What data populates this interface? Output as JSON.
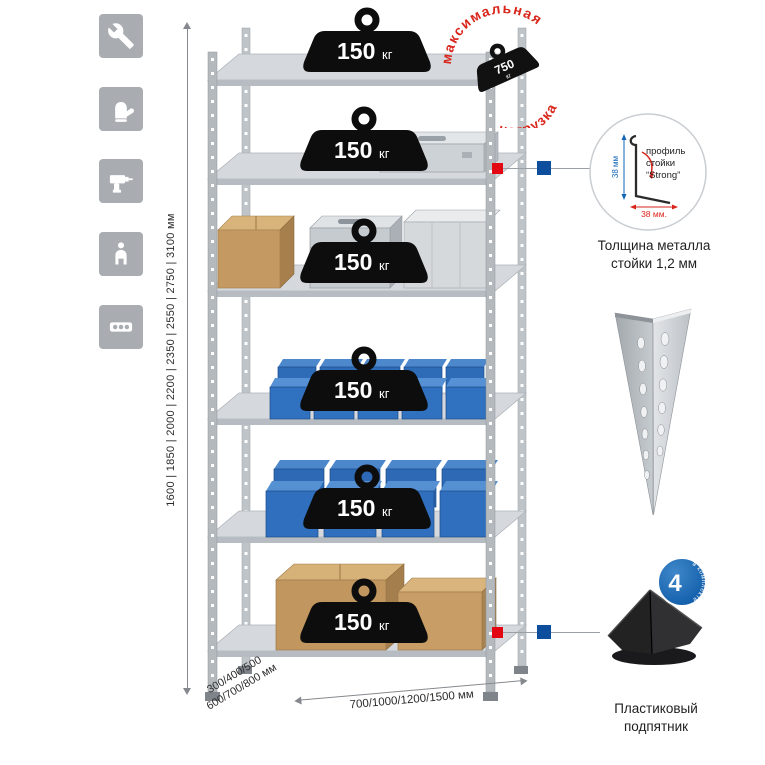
{
  "colors": {
    "red": "#e30613",
    "blue": "#0d4f9e",
    "badge_blue": "#1266b5",
    "steel": "#c9ced3"
  },
  "left_icons": [
    {
      "name": "wrench-icon"
    },
    {
      "name": "gloves-icon"
    },
    {
      "name": "drill-icon"
    },
    {
      "name": "person-icon"
    },
    {
      "name": "power-strip-icon"
    }
  ],
  "dims": {
    "height": "1600 | 1850 | 2000 | 2200 | 2350 | 2550 | 2750 | 3100 мм",
    "depth1": "300/400/500",
    "depth2": "600/700/800 мм",
    "width": "700/1000/1200/1500 мм"
  },
  "weight": {
    "value": "150",
    "unit": "кг"
  },
  "stamp": {
    "arc_top": "максимальная",
    "arc_bottom": "нагрузка",
    "value": "750",
    "unit": "кг"
  },
  "profile": {
    "line1": "профиль",
    "line2": "стойки",
    "line3": "“Strong”",
    "dim_v": "38 мм",
    "dim_h": "38 мм.",
    "caption1": "Толщина металла",
    "caption2": "стойки 1,2 мм"
  },
  "foot": {
    "badge_value": "4",
    "badge_arc": "в комплекте",
    "caption1": "Пластиковый",
    "caption2": "подпятник"
  }
}
